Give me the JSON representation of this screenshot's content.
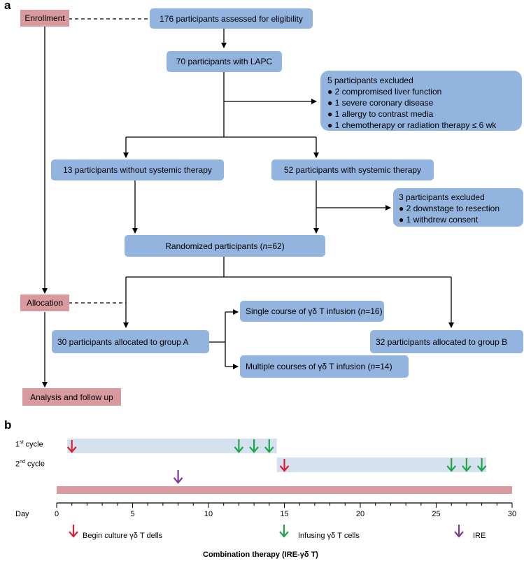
{
  "panel_a": {
    "label": "a",
    "phases": {
      "enrollment": "Enrollment",
      "allocation": "Allocation",
      "analysis": "Analysis and follow up"
    },
    "assessed": "176 participants assessed for eligibility",
    "lapc": "70 participants with LAPC",
    "excluded_1": {
      "title": "5 participants excluded",
      "items": [
        "● 2 compromised liver function",
        "● 1 severe coronary disease",
        "● 1 allergy to contrast media",
        "● 1 chemotherapy or radiation therapy ≤ 6 wk"
      ]
    },
    "without_systemic": "13 participants without systemic therapy",
    "with_systemic": "52 participants with systemic therapy",
    "excluded_2": {
      "title": "3 participants excluded",
      "items": [
        "● 2 downstage to resection",
        "● 1 withdrew consent"
      ]
    },
    "randomized": {
      "pre": "Randomized participants (",
      "n": "n",
      "post": "=62)"
    },
    "group_a": "30 participants allocated to group A",
    "group_b": "32 participants allocated to group B",
    "single_course": {
      "pre": "Single course of γδ T infusion (",
      "n": "n",
      "post": "=16)"
    },
    "multiple_courses": {
      "pre": "Multiple courses of γδ T infusion (",
      "n": "n",
      "post": "=14)"
    }
  },
  "panel_b": {
    "label": "b",
    "cycle1": {
      "num": "1",
      "sup": "st",
      "rest": " cycle"
    },
    "cycle2": {
      "num": "2",
      "sup": "nd",
      "rest": " cycle"
    },
    "day_label": "Day",
    "axis": {
      "min": 0,
      "max": 30,
      "ticks": [
        "0",
        "5",
        "10",
        "15",
        "20",
        "25",
        "30"
      ]
    },
    "cycle1_range": [
      0.7,
      14.5
    ],
    "cycle2_range": [
      14.5,
      28.3
    ],
    "culture_days": [
      1,
      15
    ],
    "infusion_days": [
      12,
      13,
      14,
      26,
      27,
      28
    ],
    "ire_day": 8,
    "legend": {
      "culture": "Begin culture γδ T dells",
      "infusing": "Infusing γδ T cells",
      "ire": "IRE"
    },
    "footer": "Combination therapy (IRE-γδ T)",
    "colors": {
      "cycle_bar": "#d5e1ee",
      "treatment_bar": "#d99a9f",
      "culture_arrow": "#d6203a",
      "infusion_arrow": "#1fa64a",
      "ire_arrow": "#7e3996"
    }
  }
}
